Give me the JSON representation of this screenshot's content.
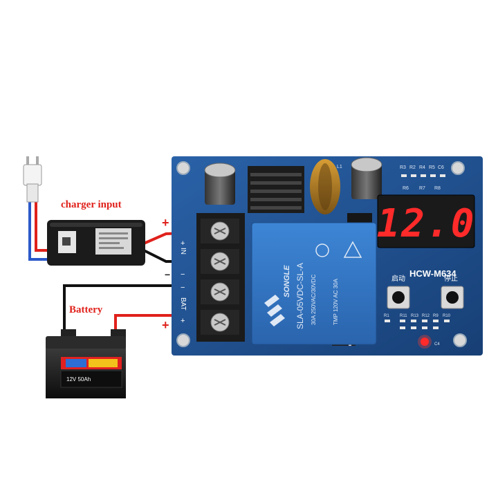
{
  "labels": {
    "charger_input": "charger input",
    "battery": "Battery",
    "plus": "+",
    "minus": "−"
  },
  "board": {
    "display_value": "12.0",
    "model": "HCW-M634",
    "start_label": "启动",
    "stop_label": "停止",
    "terminal_in": "IN",
    "terminal_bat": "BAT",
    "relay_brand": "SONGLE",
    "relay_model": "SLA-05VDC-SL-A",
    "relay_line1": "30A 250VAC/30VDC",
    "relay_line2": "TMP 120V AC 30A",
    "silk_r": [
      "R3",
      "R2",
      "R4",
      "R5",
      "C6"
    ],
    "silk_r2": [
      "R6",
      "R7",
      "R8"
    ],
    "silk_bottom": [
      "R1",
      "R11",
      "R13",
      "R12",
      "R9",
      "R10"
    ],
    "silk_c4": "C4",
    "silk_l1": "L1"
  },
  "battery": {
    "brand": "12V 50Ah"
  },
  "colors": {
    "pcb": "#1d4f8f",
    "relay": "#2f6fb8",
    "display_bg": "#1a1a1a",
    "display_digits": "#ff2a2a",
    "wire_red": "#e0211b",
    "wire_black": "#111111",
    "wire_blue": "#2a58c9",
    "label_red": "#e0211b"
  }
}
